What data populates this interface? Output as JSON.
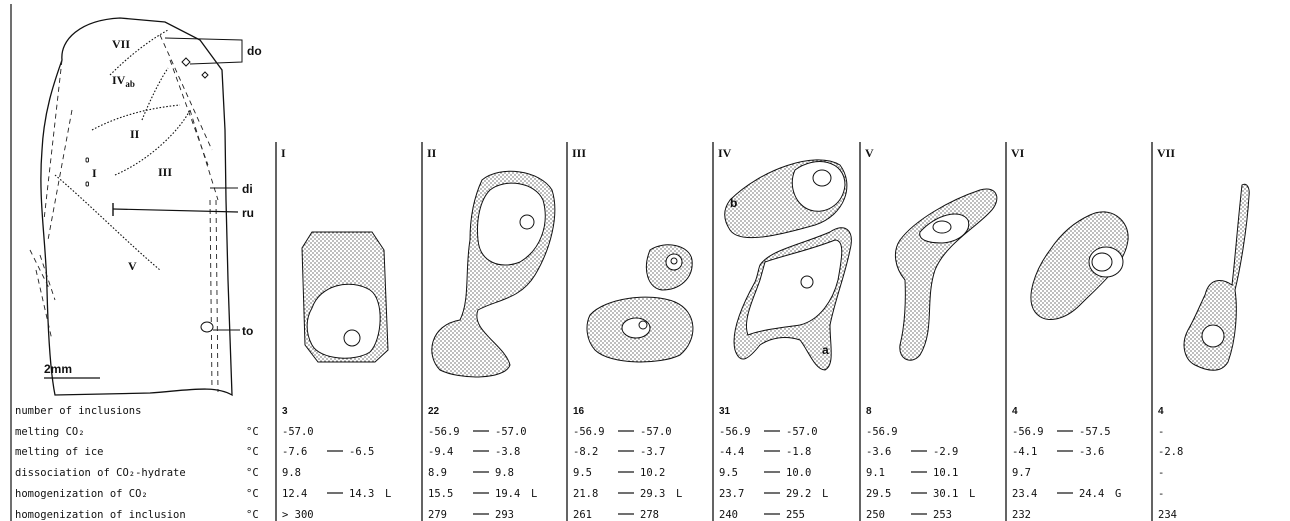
{
  "figure": {
    "scale_label": "2mm",
    "crystal_labels": {
      "VII": "VII",
      "IVab": "IVab",
      "IVab_sub": "ab",
      "II": "II",
      "III": "III",
      "I": "I",
      "V": "V",
      "do": "do",
      "di": "di",
      "ru": "ru",
      "to": "to"
    },
    "panels": [
      {
        "numeral": "I"
      },
      {
        "numeral": "II"
      },
      {
        "numeral": "III"
      },
      {
        "numeral": "IV",
        "sublabels": [
          "b",
          "a"
        ]
      },
      {
        "numeral": "V"
      },
      {
        "numeral": "VI"
      },
      {
        "numeral": "VII"
      }
    ]
  },
  "table": {
    "unit": "°C",
    "rows": [
      {
        "label": "number of inclusions",
        "has_unit": false
      },
      {
        "label": "melting CO₂",
        "has_unit": true
      },
      {
        "label": "melting of ice",
        "has_unit": true
      },
      {
        "label": "dissociation of CO₂-hydrate",
        "has_unit": true
      },
      {
        "label": "homogenization of CO₂",
        "has_unit": true
      },
      {
        "label": "homogenization of inclusion",
        "has_unit": true
      }
    ],
    "columns": [
      {
        "numeral": "I",
        "cells": [
          {
            "a": "3"
          },
          {
            "a": "-57.0"
          },
          {
            "a": "-7.6",
            "b": "-6.5"
          },
          {
            "a": "9.8"
          },
          {
            "a": "12.4",
            "b": "14.3",
            "c": "L"
          },
          {
            "a": "> 300"
          }
        ]
      },
      {
        "numeral": "II",
        "cells": [
          {
            "a": "22"
          },
          {
            "a": "-56.9",
            "b": "-57.0"
          },
          {
            "a": "-9.4",
            "b": "-3.8"
          },
          {
            "a": "8.9",
            "b": "9.8"
          },
          {
            "a": "15.5",
            "b": "19.4",
            "c": "L"
          },
          {
            "a": "279",
            "b": "293"
          }
        ]
      },
      {
        "numeral": "III",
        "cells": [
          {
            "a": "16"
          },
          {
            "a": "-56.9",
            "b": "-57.0"
          },
          {
            "a": "-8.2",
            "b": "-3.7"
          },
          {
            "a": "9.5",
            "b": "10.2"
          },
          {
            "a": "21.8",
            "b": "29.3",
            "c": "L"
          },
          {
            "a": "261",
            "b": "278"
          }
        ]
      },
      {
        "numeral": "IV",
        "cells": [
          {
            "a": "31"
          },
          {
            "a": "-56.9",
            "b": "-57.0"
          },
          {
            "a": "-4.4",
            "b": "-1.8"
          },
          {
            "a": "9.5",
            "b": "10.0"
          },
          {
            "a": "23.7",
            "b": "29.2",
            "c": "L"
          },
          {
            "a": "240",
            "b": "255"
          }
        ]
      },
      {
        "numeral": "V",
        "cells": [
          {
            "a": "8"
          },
          {
            "a": "-56.9"
          },
          {
            "a": "-3.6",
            "b": "-2.9"
          },
          {
            "a": "9.1",
            "b": "10.1"
          },
          {
            "a": "29.5",
            "b": "30.1",
            "c": "L"
          },
          {
            "a": "250",
            "b": "253"
          }
        ]
      },
      {
        "numeral": "VI",
        "cells": [
          {
            "a": "4"
          },
          {
            "a": "-56.9",
            "b": "-57.5"
          },
          {
            "a": "-4.1",
            "b": "-3.6"
          },
          {
            "a": "9.7"
          },
          {
            "a": "23.4",
            "b": "24.4",
            "c": "G"
          },
          {
            "a": "232"
          }
        ]
      },
      {
        "numeral": "VII",
        "cells": [
          {
            "a": "4"
          },
          {
            "a": "-"
          },
          {
            "a": "-2.8"
          },
          {
            "a": "-"
          },
          {
            "a": "-"
          },
          {
            "a": "234"
          }
        ]
      }
    ]
  }
}
